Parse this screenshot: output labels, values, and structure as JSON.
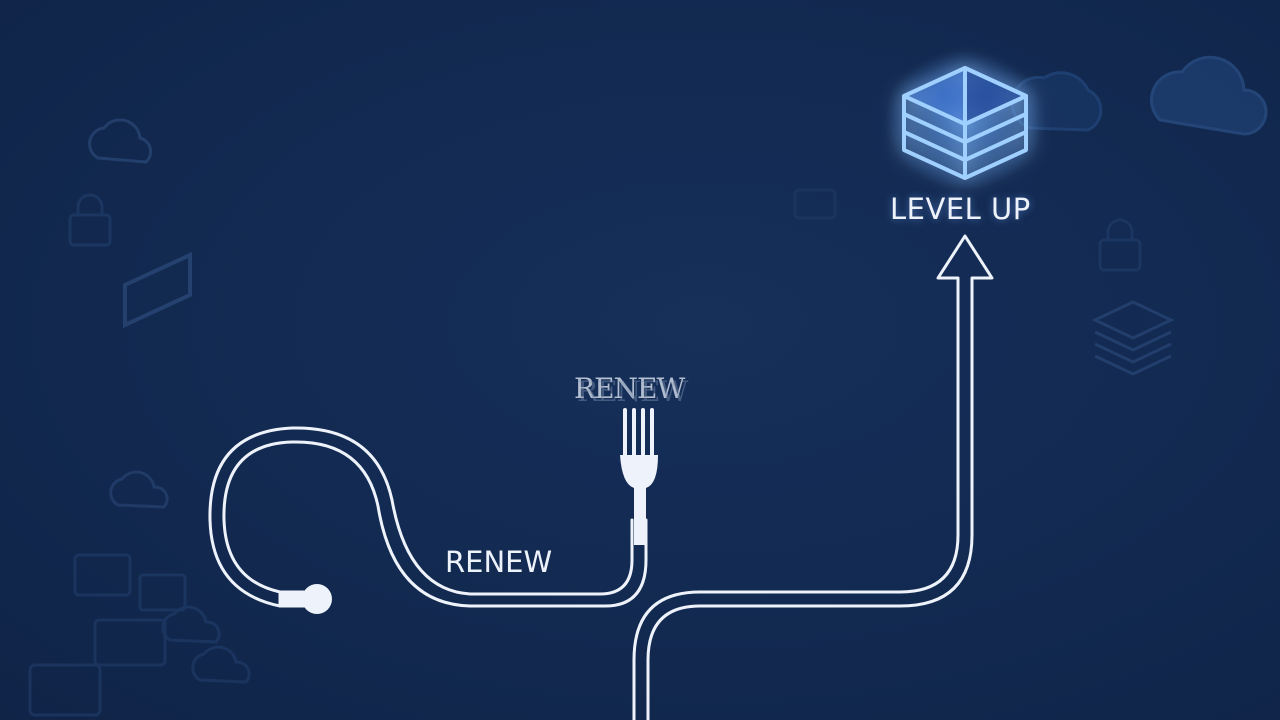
{
  "labels": {
    "level_up": "LEVEL UP",
    "renew_on_path": "RENEW",
    "renew_floating": "RENEW"
  },
  "colors": {
    "background": "#13294f",
    "line": "#eef3fb",
    "glow": "#3d8bff",
    "faint_icon": "#2a4676"
  },
  "icons": [
    "layer-stack-icon",
    "cloud-icon",
    "fork-icon",
    "upward-arrow-icon",
    "winding-path",
    "device-icon",
    "lock-icon"
  ]
}
